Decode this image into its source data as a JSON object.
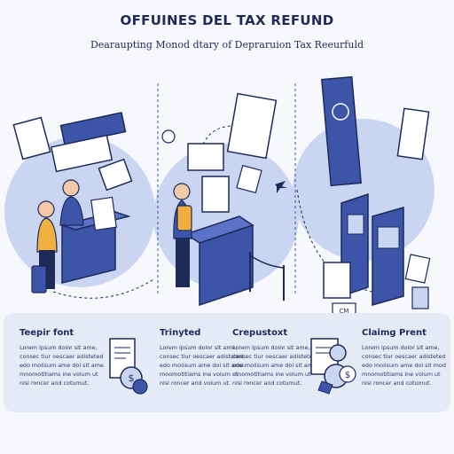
{
  "header": {
    "title": "OFFUINES DEL TAX REFUND",
    "subtitle": "Dearaupting Monod dtary of Depraruion Tax Reeurfuld"
  },
  "scene": {
    "window_label": "CM"
  },
  "steps": [
    {
      "heading": "Teepir font",
      "body": [
        "Lorem ipsum dolor sit ame,",
        "consec tiur oescaer adisteted",
        "edo moiisum ame dol sit ame.",
        "mnomotitiams ine volum ut",
        "nisi roncer and cotumut."
      ]
    },
    {
      "heading": "Trinyted",
      "body": [
        "Lorem ipsum dolor sit ame,",
        "consec tiur oescaer adisteted",
        "edo moiisum ame dol sit ame.",
        "mnomotitiams ine volum ut",
        "nisi roncer and volum ut."
      ]
    },
    {
      "heading": "Crepustoxt",
      "body": [
        "Lorem ipsum dolor sit ame,",
        "consec tiur oescaer adisteted",
        "edo moiisum ame dol sit ame.",
        "mnomotitiams ine volum ut",
        "nisi roncer and cotumut."
      ]
    },
    {
      "heading": "Claimg Prent",
      "body": [
        "Lorem ipsum dolor sit ame,",
        "consec tiur oescaer adisteted",
        "edo moiisum ame dol sit mod",
        "mnomotitiams ine volum ut",
        "nisi roncer and cotumut."
      ]
    }
  ],
  "icons": {
    "step1": "receipt-coins-icon",
    "step3": "tax-document-coins-icon"
  },
  "colors": {
    "navy": "#1d2a5a",
    "blue": "#3d55a8",
    "light": "#c9d5f1",
    "bg": "#f6f8fc",
    "accent": "#f0b040"
  }
}
